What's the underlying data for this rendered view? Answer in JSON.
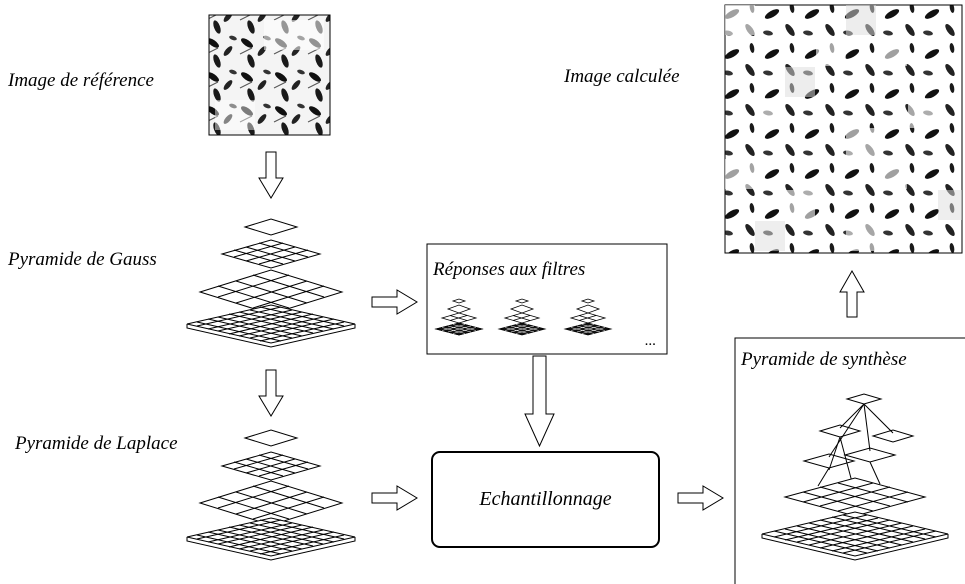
{
  "labels": {
    "reference_image": "Image de référence",
    "gauss_pyramid": "Pyramide de Gauss",
    "laplace_pyramid": "Pyramide de Laplace",
    "filter_responses": "Réponses aux filtres",
    "ellipsis": "...",
    "sampling": "Echantillonnage",
    "synthesis_pyramid": "Pyramide de synthèse",
    "computed_image": "Image calculée"
  },
  "colors": {
    "ink": "#000000",
    "paper": "#ffffff",
    "texture_light": "#eeeeee"
  },
  "icons": {
    "flow_arrow": "hollow-outline-arrow"
  }
}
